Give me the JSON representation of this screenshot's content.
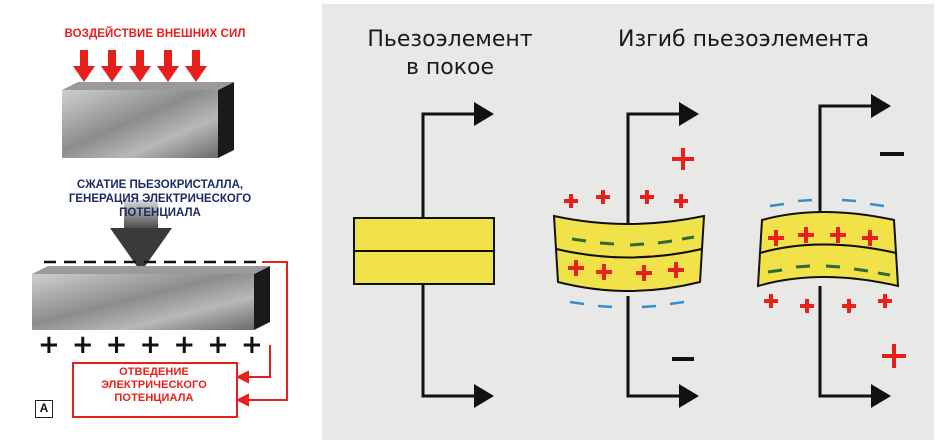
{
  "left": {
    "top_label": "ВОЗДЕЙСТВИЕ ВНЕШНИХ СИЛ",
    "middle_label": [
      "СЖАТИЕ ПЬЕЗОКРИСТАЛЛА,",
      "ГЕНЕРАЦИЯ ЭЛЕКТРИЧЕСКОГО",
      "ПОТЕНЦИАЛА"
    ],
    "output_label": [
      "ОТВЕДЕНИЕ",
      "ЭЛЕКТРИЧЕСКОГО",
      "ПОТЕНЦИАЛА"
    ],
    "plus_signs": "+ + + + + + +",
    "panel_letter": "A"
  },
  "right": {
    "rest_title": [
      "Пьезоэлемент",
      "в покое"
    ],
    "bend_title": "Изгиб пьезоэлемента",
    "plus": "+",
    "minus": "–"
  },
  "colors": {
    "red": "#e8201c",
    "navy": "#1f2a63",
    "yellow": "#f2e24a",
    "blue_dash": "#2f8fd6",
    "green_dash": "#2e6b2e",
    "background_gray": "#e8e9e6"
  }
}
